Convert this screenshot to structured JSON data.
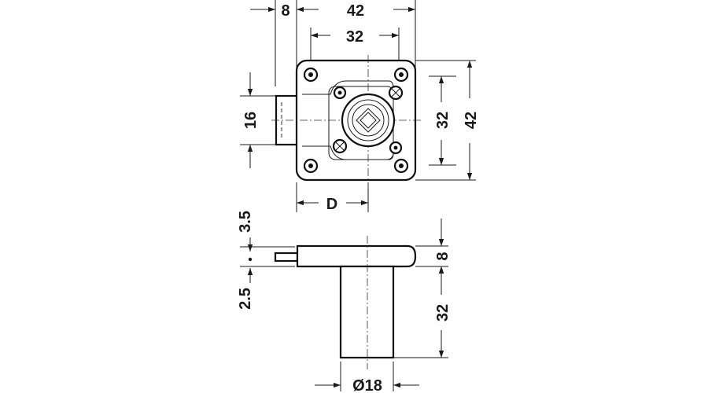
{
  "drawing": {
    "subject": "Cabinet lock with square flange",
    "top_view": {
      "dim_bolt_offset": "8",
      "dim_overall_width": "42",
      "dim_hole_spacing_h": "32",
      "dim_bolt_height": "16",
      "dim_hole_spacing_v": "32",
      "dim_overall_height": "42",
      "dim_backset": "D"
    },
    "side_view": {
      "dim_bolt_top": "3.5",
      "dim_bolt_bottom": "2.5",
      "dim_flange_thickness": "8",
      "dim_cylinder_length": "32",
      "dim_cylinder_diameter": "Ø18"
    }
  }
}
